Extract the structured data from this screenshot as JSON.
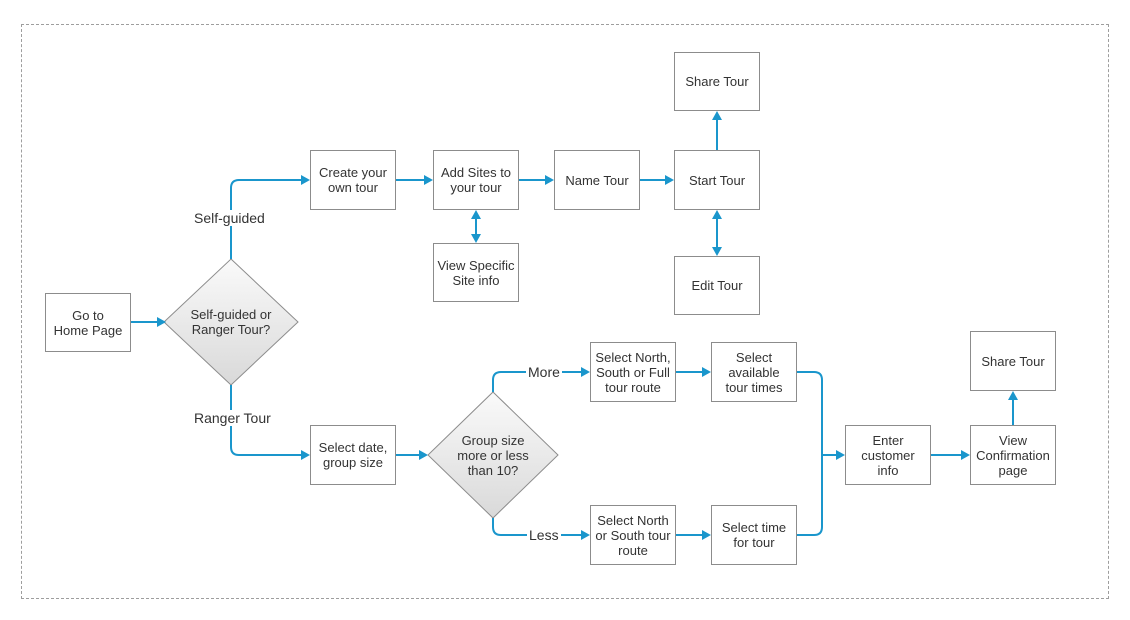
{
  "colors": {
    "connector": "#1a96cc",
    "box_border": "#8c8c8c",
    "decision_fill_top": "#fafafa",
    "decision_fill_bottom": "#d9d9d9",
    "frame_border": "#9e9e9e"
  },
  "nodes": {
    "go_home": "Go to\nHome Page",
    "decision_tour": "Self-guided or\nRanger Tour?",
    "create_tour": "Create your\nown tour",
    "add_sites": "Add Sites to\nyour tour",
    "view_site": "View Specific\nSite info",
    "name_tour": "Name Tour",
    "start_tour": "Start Tour",
    "share_tour_1": "Share Tour",
    "edit_tour": "Edit Tour",
    "select_date": "Select date,\ngroup size",
    "decision_group": "Group size\nmore or less\nthan 10?",
    "select_route_full": "Select North,\nSouth or Full\ntour route",
    "select_times": "Select\navailable\ntour times",
    "select_route_ns": "Select North\nor South tour\nroute",
    "select_time": "Select time\nfor tour",
    "customer_info": "Enter\ncustomer\ninfo",
    "view_confirmation": "View\nConfirmation\npage",
    "share_tour_2": "Share Tour"
  },
  "edge_labels": {
    "self_guided": "Self-guided",
    "ranger_tour": "Ranger Tour",
    "more": "More",
    "less": "Less"
  }
}
